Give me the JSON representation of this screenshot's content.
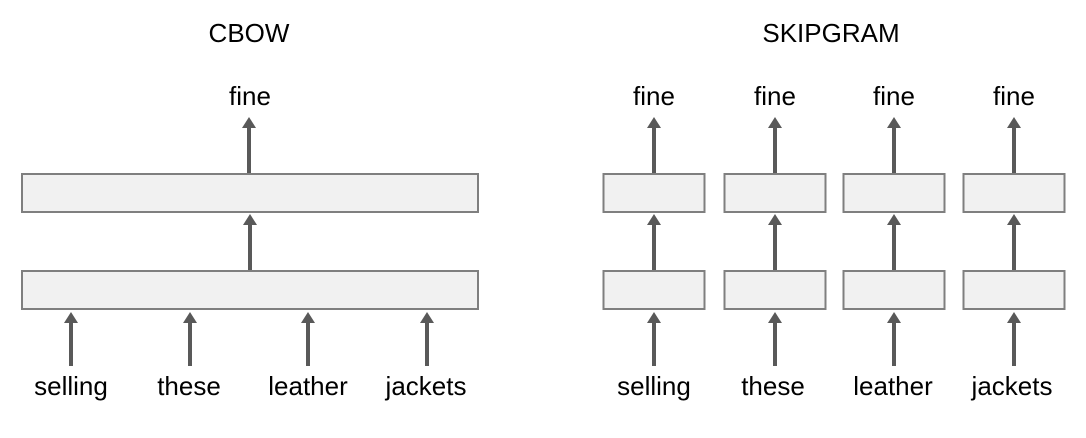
{
  "diagram": {
    "background": "#ffffff",
    "colors": {
      "box_fill": "#f1f1f1",
      "box_border": "#7f7f7f",
      "arrow": "#595959",
      "text": "#000000"
    },
    "cbow": {
      "title": "CBOW",
      "output_word": "fine",
      "input_words": [
        "selling",
        "these",
        "leather",
        "jackets"
      ]
    },
    "skipgram": {
      "title": "SKIPGRAM",
      "columns": [
        {
          "input_word": "selling",
          "output_word": "fine"
        },
        {
          "input_word": "these",
          "output_word": "fine"
        },
        {
          "input_word": "leather",
          "output_word": "fine"
        },
        {
          "input_word": "jackets",
          "output_word": "fine"
        }
      ]
    }
  }
}
